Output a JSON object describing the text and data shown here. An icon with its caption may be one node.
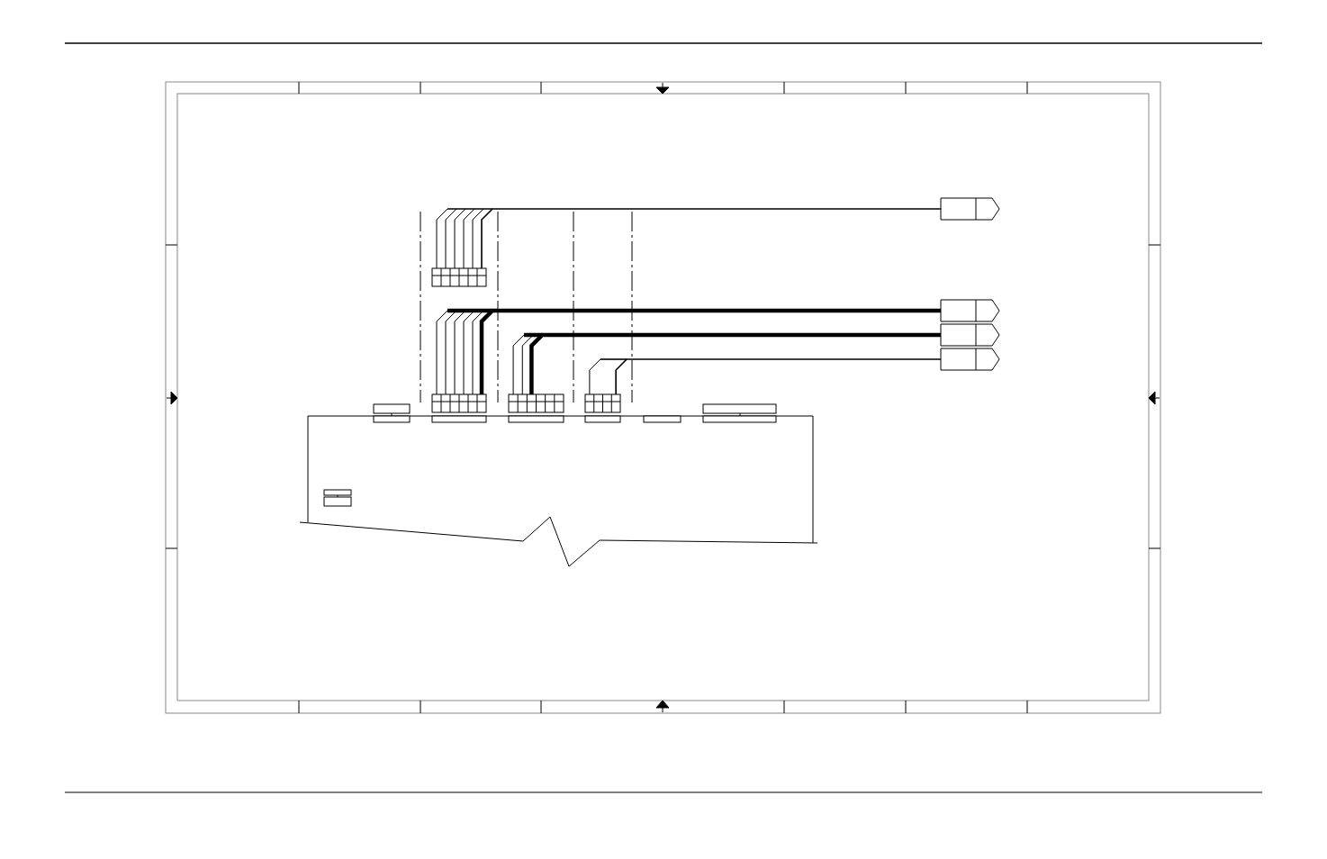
{
  "diagram": {
    "nodes": [
      {
        "text": [],
        "shape": "box"
      },
      {
        "text": [],
        "shape": "pentagon"
      },
      {
        "text": [],
        "shape": "pentagon"
      },
      {
        "text": [],
        "shape": "pentagon"
      },
      {
        "text": [],
        "shape": "pentagon"
      },
      {
        "text": [],
        "shape": "box"
      },
      {
        "text": [],
        "shape": "box"
      },
      {
        "text": [],
        "shape": "box"
      },
      {
        "text": [],
        "shape": "box"
      },
      {
        "text": [],
        "shape": "box"
      },
      {
        "text": [],
        "shape": "box"
      },
      {
        "text": [],
        "shape": "box",
        "in": 10
      }
    ],
    "edges": [
      {
        "from": 0,
        "to": 1,
        "arrow": "none"
      },
      {
        "from": 6,
        "to": 2,
        "arrow": "none",
        "style": "thick"
      },
      {
        "from": 7,
        "to": 3,
        "arrow": "none",
        "style": "thick"
      },
      {
        "from": 8,
        "to": 4,
        "arrow": "none"
      }
    ]
  }
}
